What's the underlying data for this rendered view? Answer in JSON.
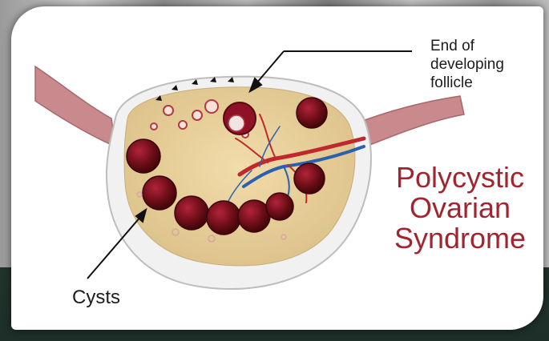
{
  "labels": {
    "end_of_follicle": "End of\ndeveloping\nfollicle",
    "title": "Polycystic\nOvarian\nSyndrome",
    "cysts": "Cysts"
  },
  "colors": {
    "title": "#a1242e",
    "ovary_stroma": "#e6cf9a",
    "capsule": "#efefef",
    "cyst": "#6a0d16",
    "fallopian_tube": "#c98a8e",
    "artery": "#c0282e",
    "vein": "#2b5fb0"
  }
}
